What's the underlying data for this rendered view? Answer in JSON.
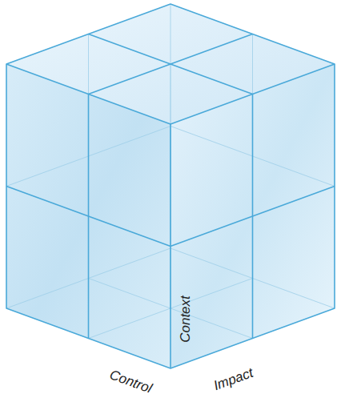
{
  "diagram": {
    "labels": [
      "Context",
      "Control",
      "Impact"
    ]
  }
}
